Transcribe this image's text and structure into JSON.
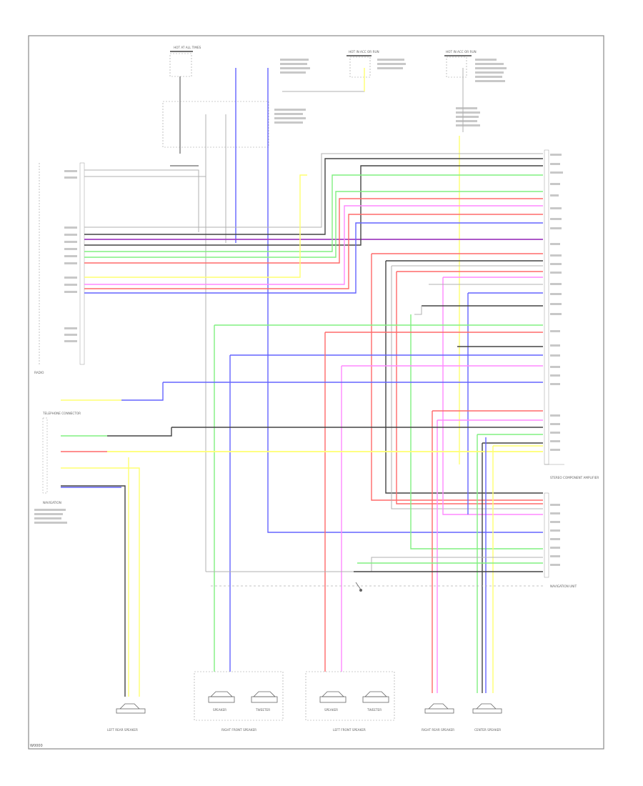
{
  "diagram": {
    "border_color": "#8a8a8a",
    "wire_colors": {
      "black": "#444444",
      "gray": "#b0b0b0",
      "blue": "#6464ff",
      "red": "#ff6a6a",
      "green": "#80f080",
      "yellow": "#ffff70",
      "pink": "#ff88ff",
      "violet": "#a040c0"
    },
    "footer_code": "W0000",
    "components": {
      "top_fuse_1": "HOT AT ALL TIMES",
      "top_fuse_2": "HOT IN ACC OR RUN",
      "top_fuse_3": "HOT IN ACC OR RUN",
      "radio_unit": "RADIO",
      "telephone_connector": "TELEPHONE CONNECTOR",
      "navigation": "NAVIGATION",
      "amplifier": "STEREO COMPONENT AMPLIFIER",
      "navigation_unit": "NAVIGATION UNIT",
      "left_rear_speaker": "LEFT REAR SPEAKER",
      "right_front_speaker": "RIGHT FRONT SPEAKER",
      "left_front_speaker": "LEFT FRONT SPEAKER",
      "right_rear_speaker": "RIGHT REAR SPEAKER",
      "center_speaker": "CENTER SPEAKER",
      "speaker_label": "SPEAKER",
      "tweeter_label": "TWEETER"
    }
  }
}
